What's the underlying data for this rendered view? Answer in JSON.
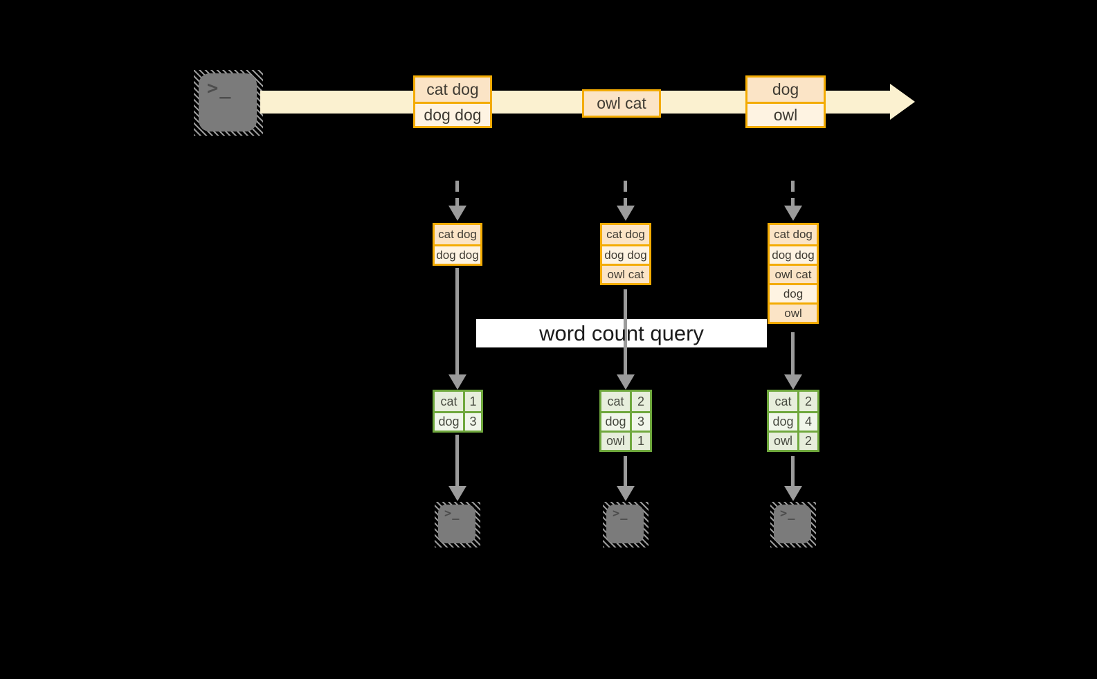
{
  "colors": {
    "canvas_bg": "#000000",
    "stream_fill": "#FBF1D0",
    "record_border": "#F3AB02",
    "record_fill_dark": "#FBE4C6",
    "record_fill_light": "#FEF3E2",
    "table_border": "#6FA83D",
    "table_fill_dark": "#E7EEDC",
    "table_fill_light": "#F1F6EB",
    "arrow_gray": "#9B9B9B",
    "label_bg": "#FFFFFF",
    "terminal_gray": "#7B7B7B"
  },
  "terminal": {
    "glyph": ">_"
  },
  "stream": {
    "batches": [
      {
        "records": [
          "cat dog",
          "dog dog"
        ]
      },
      {
        "records": [
          "owl cat"
        ]
      },
      {
        "records": [
          "dog",
          "owl"
        ]
      }
    ]
  },
  "query_label": "word count query",
  "columns": [
    {
      "accumulated": [
        "cat dog",
        "dog dog"
      ],
      "counts": [
        {
          "word": "cat",
          "count": "1"
        },
        {
          "word": "dog",
          "count": "3"
        }
      ]
    },
    {
      "accumulated": [
        "cat dog",
        "dog dog",
        "owl cat"
      ],
      "counts": [
        {
          "word": "cat",
          "count": "2"
        },
        {
          "word": "dog",
          "count": "3"
        },
        {
          "word": "owl",
          "count": "1"
        }
      ]
    },
    {
      "accumulated": [
        "cat dog",
        "dog dog",
        "owl cat",
        "dog",
        "owl"
      ],
      "counts": [
        {
          "word": "cat",
          "count": "2"
        },
        {
          "word": "dog",
          "count": "4"
        },
        {
          "word": "owl",
          "count": "2"
        }
      ]
    }
  ]
}
